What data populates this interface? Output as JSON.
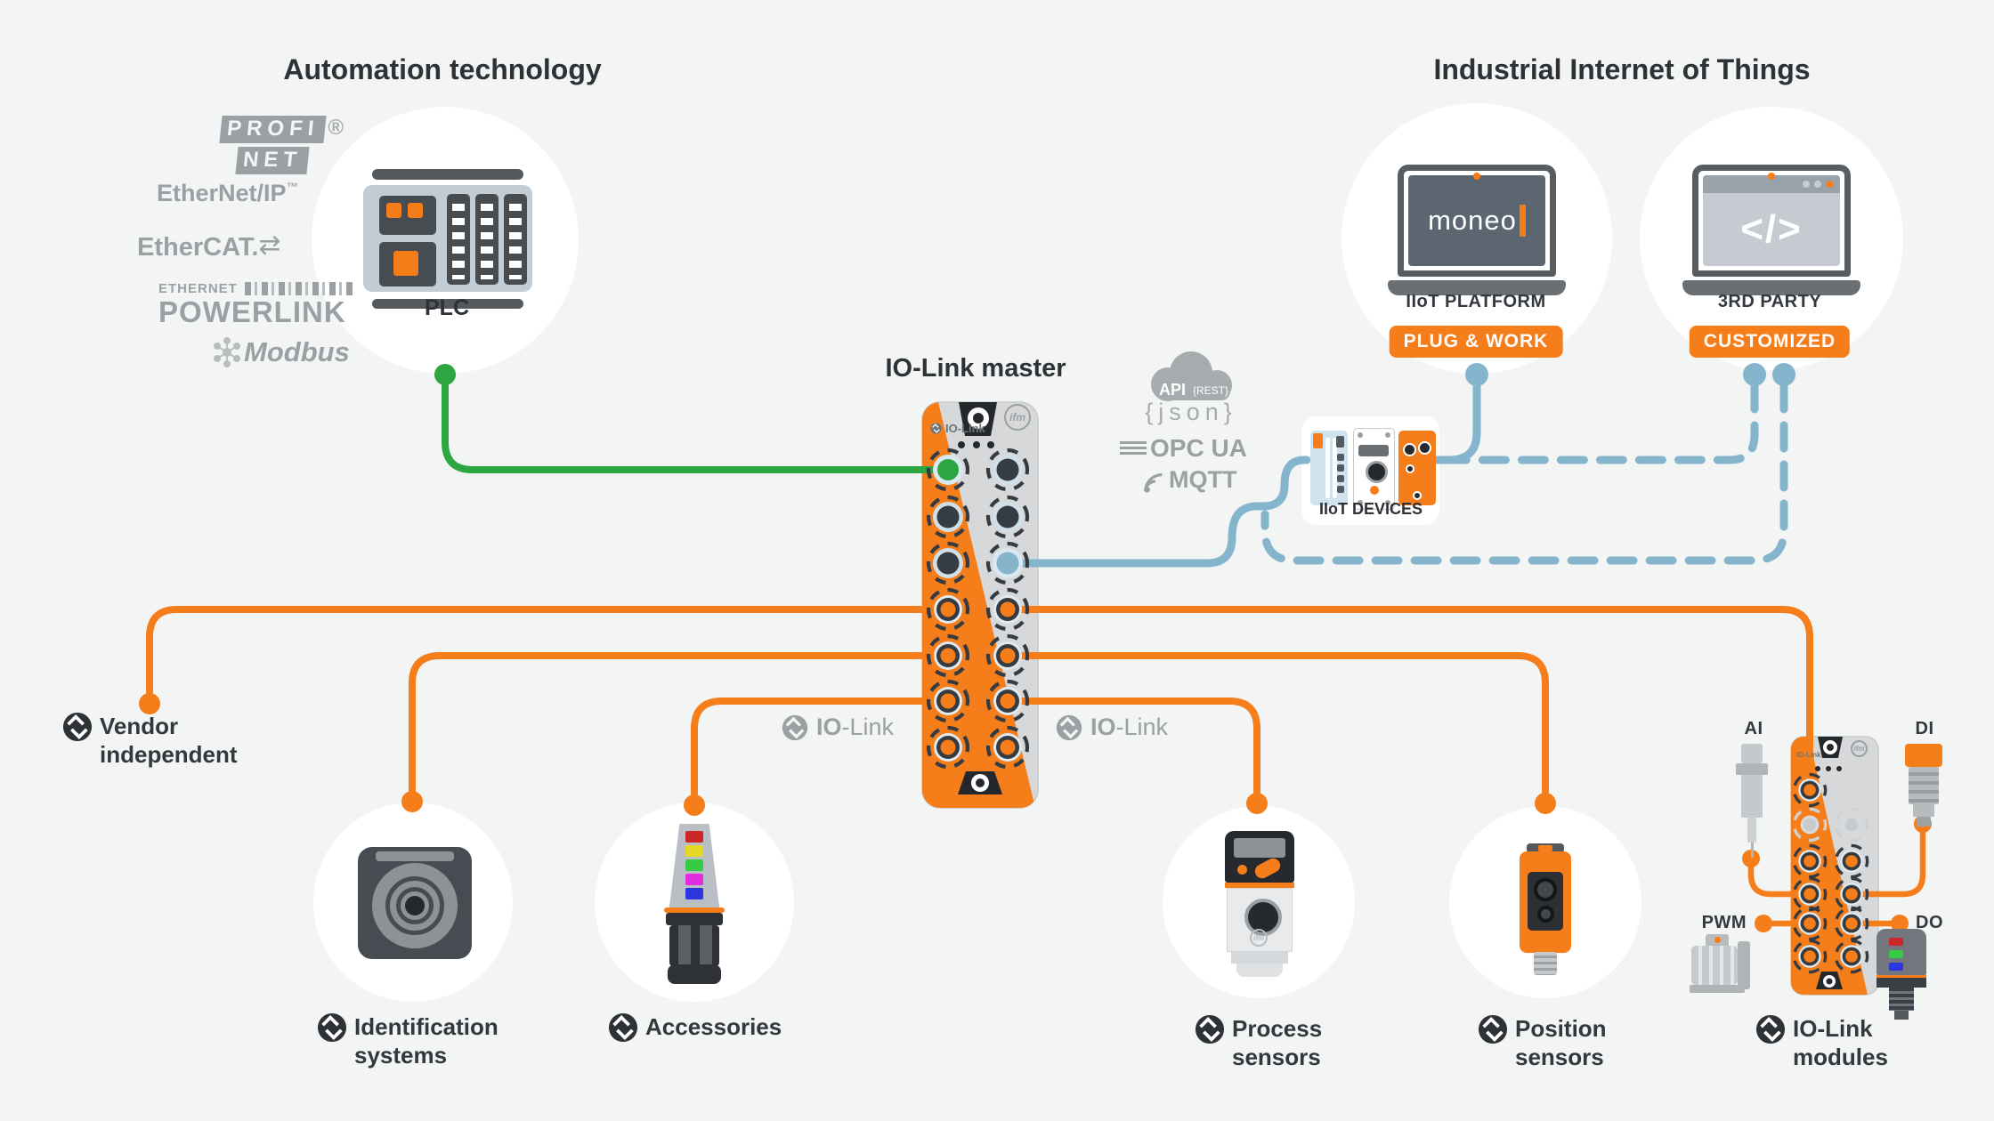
{
  "titles": {
    "automation": "Automation technology",
    "iiot": "Industrial Internet of Things"
  },
  "logos": {
    "profinet_top": "PROFI",
    "profinet_bottom": "NET",
    "profinet_reg": "®",
    "ethernet_ip": "EtherNet/IP",
    "ethernet_ip_tm": "™",
    "ethercat": "EtherCAT.",
    "powerlink_small": "ETHERNET",
    "powerlink_big": "POWERLINK",
    "modbus": "Modbus"
  },
  "plc": {
    "label": "PLC"
  },
  "master": {
    "title": "IO-Link master",
    "tag": "IO-Link"
  },
  "brand": "ifm",
  "cloud": {
    "api": "API",
    "rest": "{REST}",
    "json": "{json}",
    "opc_ua": "OPC UA",
    "mqtt": "MQTT"
  },
  "iiot_box": {
    "label": "IIoT DEVICES"
  },
  "platform": {
    "screen": "moneo",
    "label": "IIoT PLATFORM",
    "badge": "PLUG & WORK"
  },
  "third_party": {
    "code": "</>",
    "label": "3RD PARTY",
    "badge": "CUSTOMIZED"
  },
  "iolink_tag": {
    "bold": "IO",
    "rest": "-Link"
  },
  "groups": {
    "vendor": {
      "line1": "Vendor",
      "line2": "independent"
    },
    "identification": {
      "line1": "Identification",
      "line2": "systems"
    },
    "accessories": {
      "line1": "Accessories"
    },
    "process": {
      "line1": "Process",
      "line2": "sensors"
    },
    "position": {
      "line1": "Position",
      "line2": "sensors"
    },
    "modules": {
      "line1": "IO-Link",
      "line2": "modules"
    }
  },
  "module_io": {
    "ai": "AI",
    "di": "DI",
    "pwm": "PWM",
    "do": "DO"
  },
  "colors": {
    "orange": "#f57d1a",
    "green": "#2ba640",
    "blue": "#85b5cd",
    "dark_text": "#2e3236",
    "gray_logo": "#9aa0a4",
    "background": "#f3f4f4",
    "device_gray": "#d7d8d9"
  }
}
